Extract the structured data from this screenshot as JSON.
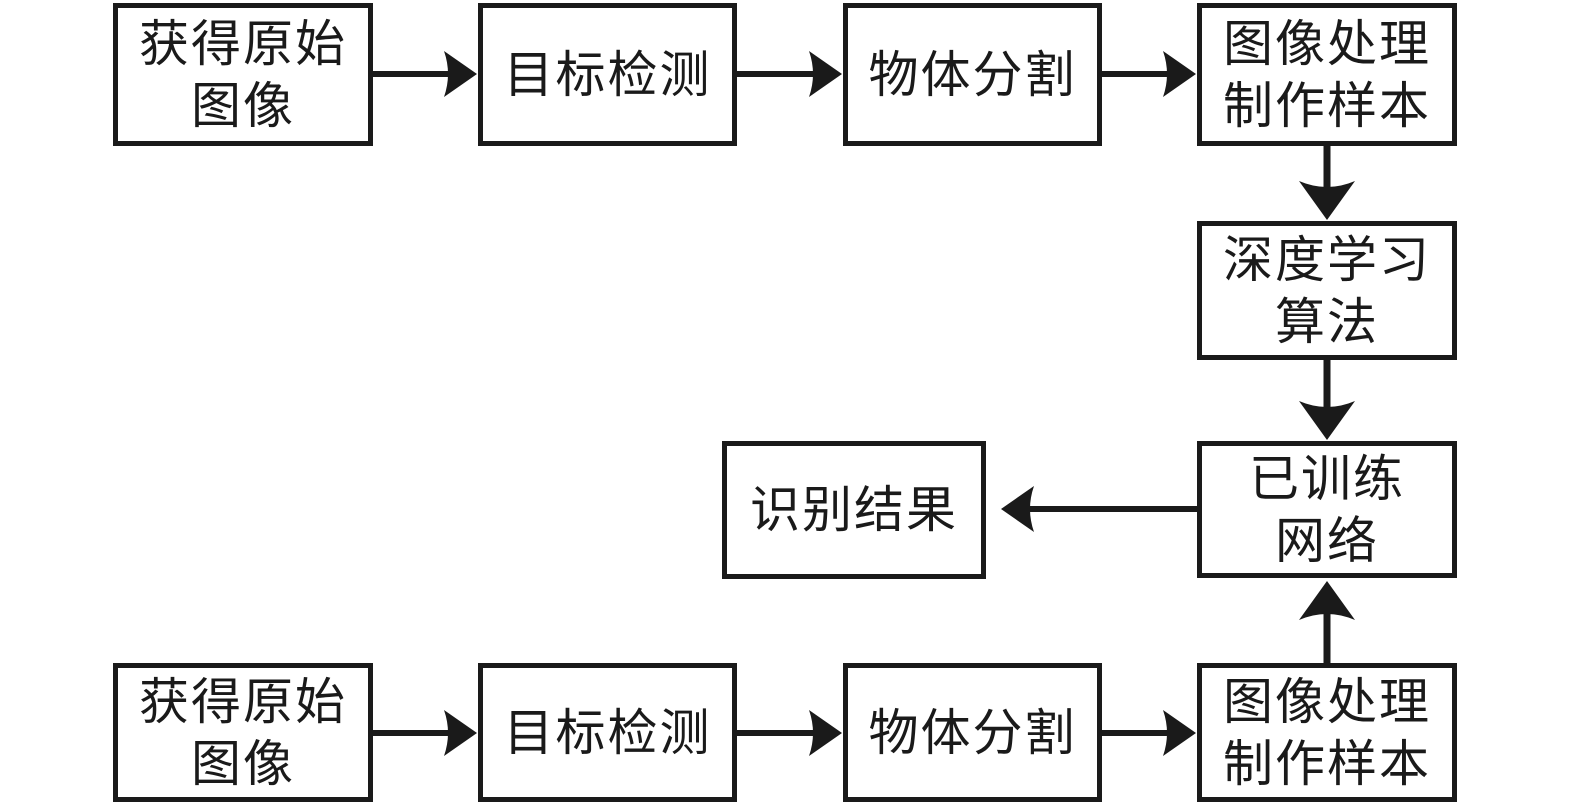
{
  "diagram": {
    "title": "deep-learning recognition pipeline flowchart",
    "background_color": "#ffffff",
    "line_color": "#1a1a1a",
    "text_color": "#1a1a1a",
    "boxes": [
      {
        "id": "acquire-image-top",
        "label": "获得原始\n图像"
      },
      {
        "id": "target-detection-top",
        "label": "目标检测"
      },
      {
        "id": "object-segmentation-top",
        "label": "物体分割"
      },
      {
        "id": "image-processing-top",
        "label": "图像处理\n制作样本"
      },
      {
        "id": "deep-learning-algorithm",
        "label": "深度学习\n算法"
      },
      {
        "id": "trained-network",
        "label": "已训练\n网络"
      },
      {
        "id": "recognition-result",
        "label": "识别结果"
      },
      {
        "id": "acquire-image-bottom",
        "label": "获得原始\n图像"
      },
      {
        "id": "target-detection-bottom",
        "label": "目标检测"
      },
      {
        "id": "object-segmentation-bottom",
        "label": "物体分割"
      },
      {
        "id": "image-processing-bottom",
        "label": "图像处理\n制作样本"
      }
    ],
    "connections": [
      "acquire-image-top -> target-detection-top",
      "target-detection-top -> object-segmentation-top",
      "object-segmentation-top -> image-processing-top",
      "image-processing-top -> deep-learning-algorithm",
      "deep-learning-algorithm -> trained-network",
      "trained-network -> recognition-result",
      "acquire-image-bottom -> target-detection-bottom",
      "target-detection-bottom -> object-segmentation-bottom",
      "object-segmentation-bottom -> image-processing-bottom",
      "image-processing-bottom -> trained-network"
    ]
  }
}
